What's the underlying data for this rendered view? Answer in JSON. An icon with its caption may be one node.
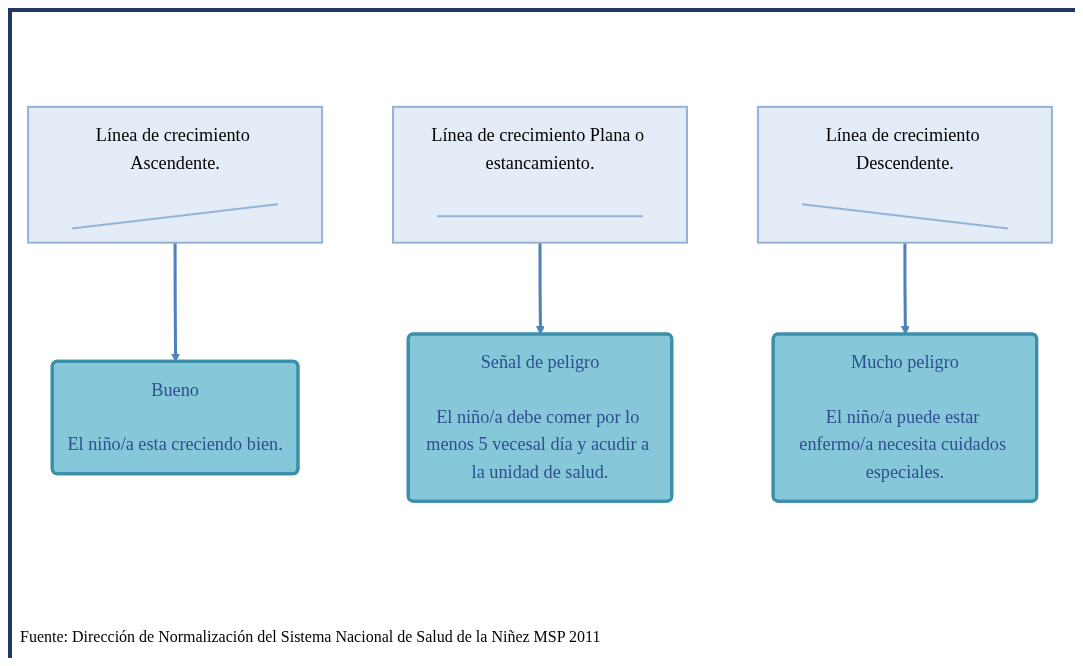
{
  "diagram": {
    "caption": "Fuente: Dirección de Normalización del Sistema Nacional de Salud de la Niñez MSP 2011",
    "nodes": [
      {
        "text": [
          "Línea de crecimiento Ascendente."
        ]
      },
      {
        "text": [
          "Bueno",
          "El niño/a esta creciendo bien."
        ]
      },
      {
        "text": [
          "Línea de crecimiento Plana o estancamiento."
        ]
      },
      {
        "text": [
          "Señal de peligro",
          "El niño/a debe comer por lo menos 5 vecesal día y acudir a la unidad de salud."
        ]
      },
      {
        "text": [
          "Línea de crecimiento Descendente."
        ]
      },
      {
        "text": [
          "Mucho peligro",
          "El niño/a puede estar enfermo/a necesita cuidados especiales."
        ]
      }
    ],
    "edges": [
      {
        "from": 0,
        "to": 1,
        "arrow": "to"
      },
      {
        "from": 2,
        "to": 3,
        "arrow": "to"
      },
      {
        "from": 4,
        "to": 5,
        "arrow": "to"
      }
    ]
  }
}
